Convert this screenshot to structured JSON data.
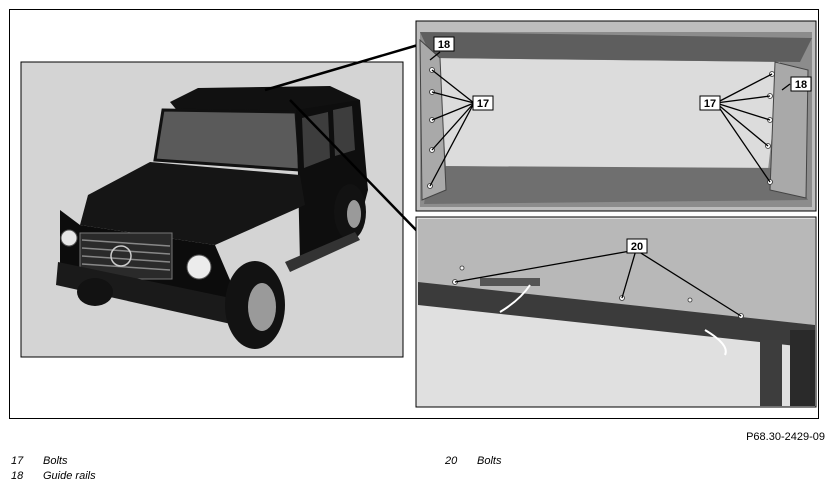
{
  "figure": {
    "code": "P68.30-2429-09",
    "callouts": {
      "top_left_18": "18",
      "top_right_18": "18",
      "left_17": "17",
      "right_17": "17",
      "bottom_20": "20"
    }
  },
  "legend": [
    {
      "number": "17",
      "label": "Bolts"
    },
    {
      "number": "18",
      "label": "Guide rails"
    },
    {
      "number": "20",
      "label": "Bolts"
    }
  ]
}
